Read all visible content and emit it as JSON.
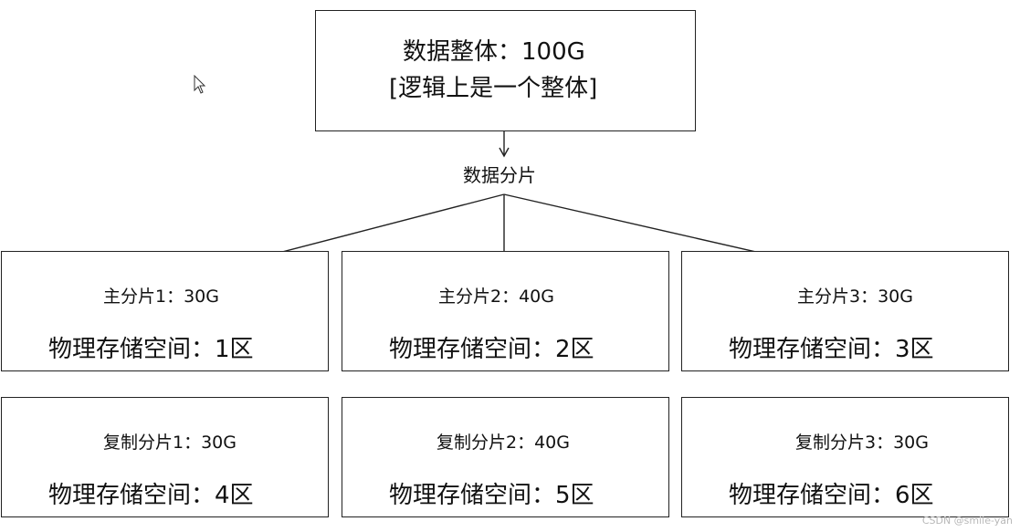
{
  "root": {
    "line1": "数据整体：100G",
    "line2": "[逻辑上是一个整体]"
  },
  "split_label": "数据分片",
  "primary_shards": [
    {
      "title": "主分片1：30G",
      "location": "物理存储空间：1区"
    },
    {
      "title": "主分片2：40G",
      "location": "物理存储空间：2区"
    },
    {
      "title": "主分片3：30G",
      "location": "物理存储空间：3区"
    }
  ],
  "replica_shards": [
    {
      "title": "复制分片1：30G",
      "location": "物理存储空间：4区"
    },
    {
      "title": "复制分片2：40G",
      "location": "物理存储空间：5区"
    },
    {
      "title": "复制分片3：30G",
      "location": "物理存储空间：6区"
    }
  ],
  "watermark": "CSDN @smile-yan",
  "colors": {
    "stroke": "#222222",
    "text": "#111111",
    "watermark": "#b8b8b8"
  },
  "icons": {
    "cursor": "mouse-pointer-icon"
  }
}
